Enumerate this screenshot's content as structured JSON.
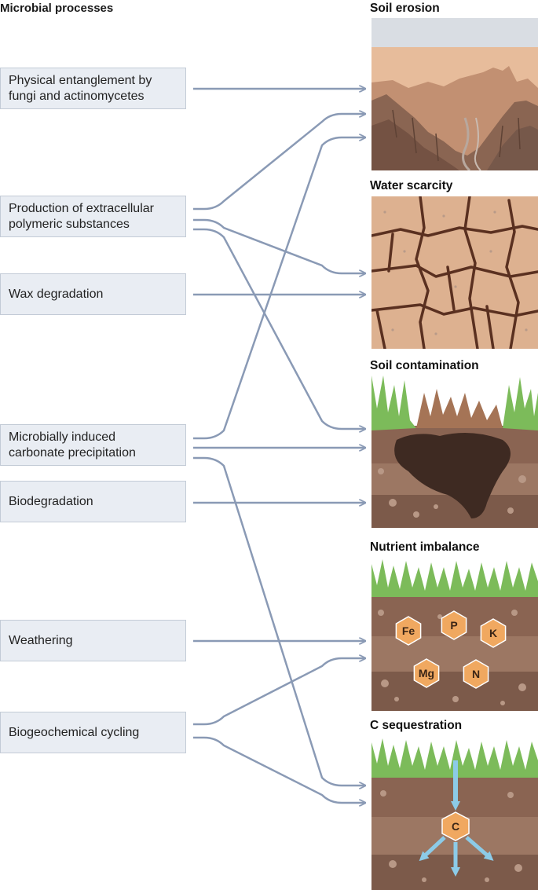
{
  "heading": "Microbial processes",
  "processes": [
    {
      "id": "entanglement",
      "label_line1": "Physical entanglement by",
      "label_line2": "fungi and actinomycetes"
    },
    {
      "id": "eps",
      "label_line1": "Production of extracellular",
      "label_line2": "polymeric substances"
    },
    {
      "id": "wax",
      "label_line1": "Wax degradation"
    },
    {
      "id": "micp",
      "label_line1": "Microbially induced",
      "label_line2": "carbonate precipitation"
    },
    {
      "id": "biodeg",
      "label_line1": "Biodegradation"
    },
    {
      "id": "weathering",
      "label_line1": "Weathering"
    },
    {
      "id": "biogeo",
      "label_line1": "Biogeochemical cycling"
    }
  ],
  "challenges": [
    {
      "id": "erosion",
      "title": "Soil erosion"
    },
    {
      "id": "water",
      "title": "Water scarcity"
    },
    {
      "id": "contamination",
      "title": "Soil contamination"
    },
    {
      "id": "nutrient",
      "title": "Nutrient imbalance"
    },
    {
      "id": "sequestration",
      "title": "C sequestration"
    }
  ],
  "nutrients": [
    "Fe",
    "P",
    "K",
    "Mg",
    "N"
  ],
  "carbon_label": "C",
  "links": [
    {
      "from": "entanglement",
      "to": "erosion"
    },
    {
      "from": "eps",
      "to": "erosion"
    },
    {
      "from": "eps",
      "to": "water"
    },
    {
      "from": "eps",
      "to": "contamination"
    },
    {
      "from": "wax",
      "to": "water"
    },
    {
      "from": "micp",
      "to": "erosion"
    },
    {
      "from": "micp",
      "to": "contamination"
    },
    {
      "from": "micp",
      "to": "sequestration"
    },
    {
      "from": "biodeg",
      "to": "contamination"
    },
    {
      "from": "weathering",
      "to": "nutrient"
    },
    {
      "from": "biogeo",
      "to": "nutrient"
    },
    {
      "from": "biogeo",
      "to": "sequestration"
    }
  ],
  "colors": {
    "arrow": "#8a9ab5",
    "box_fill": "#e9edf3",
    "box_border": "#c3cbd6",
    "nutrient_hex": "#f0a860",
    "carbon_flow": "#8ccbe8"
  }
}
